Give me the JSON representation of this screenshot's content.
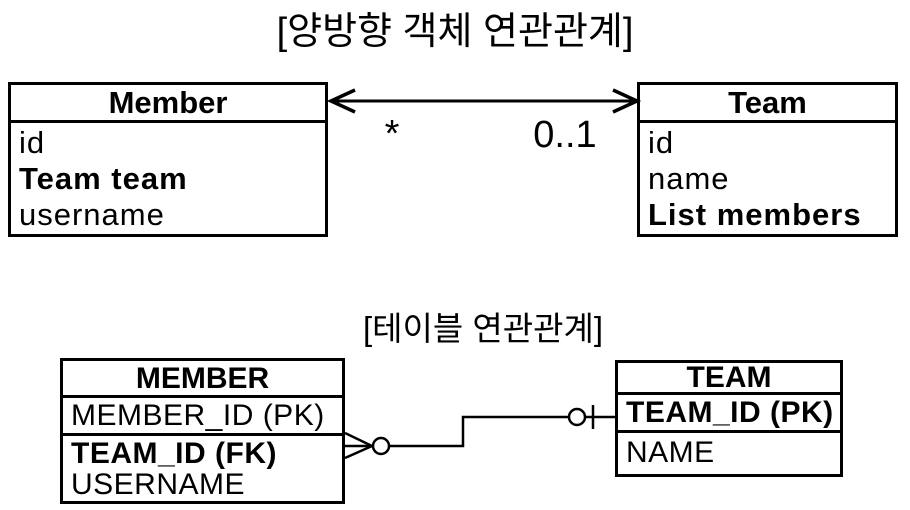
{
  "section1": {
    "title": "[양방향 객체 연관관계]",
    "member": {
      "title": "Member",
      "rows": [
        "id",
        "Team team",
        "username"
      ]
    },
    "team": {
      "title": "Team",
      "rows": [
        "id",
        "name",
        "List members"
      ]
    },
    "left_multiplicity": "*",
    "right_multiplicity": "0..1"
  },
  "section2": {
    "title": "[테이블 연관관계]",
    "member_table": {
      "title": "MEMBER",
      "rows": [
        "MEMBER_ID (PK)",
        "TEAM_ID (FK)",
        "USERNAME"
      ]
    },
    "team_table": {
      "title": "TEAM",
      "rows": [
        "TEAM_ID (PK)",
        "NAME"
      ]
    }
  },
  "colors": {
    "ink": "#000000",
    "paper": "#ffffff"
  }
}
